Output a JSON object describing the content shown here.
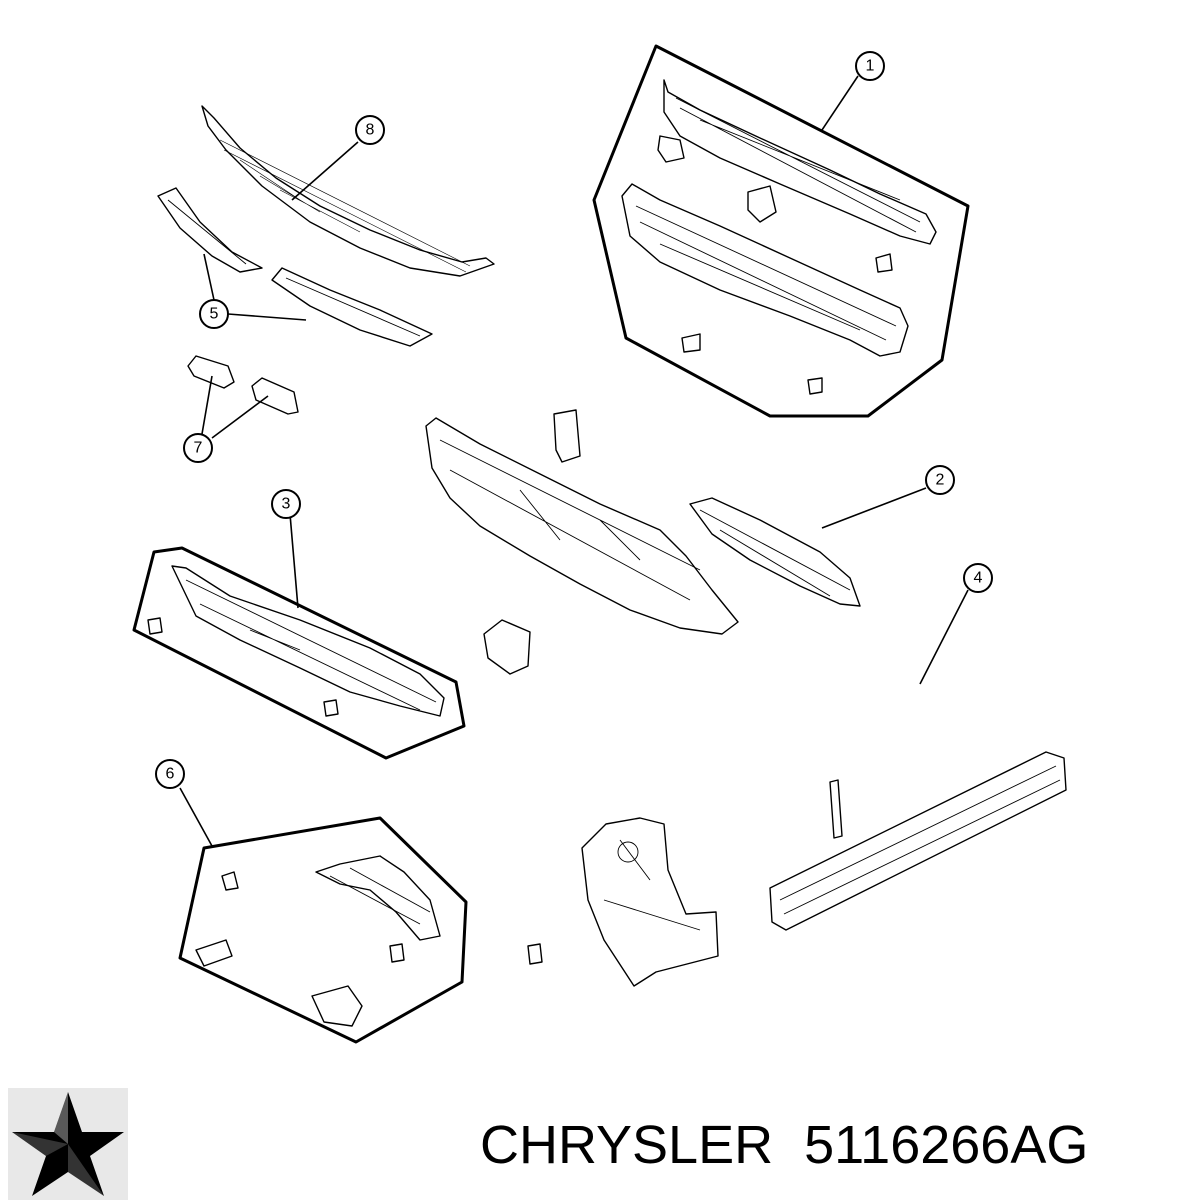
{
  "diagram": {
    "callouts": [
      "1",
      "2",
      "3",
      "4",
      "5",
      "6",
      "7",
      "8"
    ]
  },
  "footer": {
    "brand": "CHRYSLER",
    "part_number": "5116266AG"
  },
  "colors": {
    "line": "#000000",
    "background": "#ffffff",
    "logo_gray": "#e8e8e8"
  },
  "icons": {
    "logo": "chrysler-pentastar-logo"
  }
}
